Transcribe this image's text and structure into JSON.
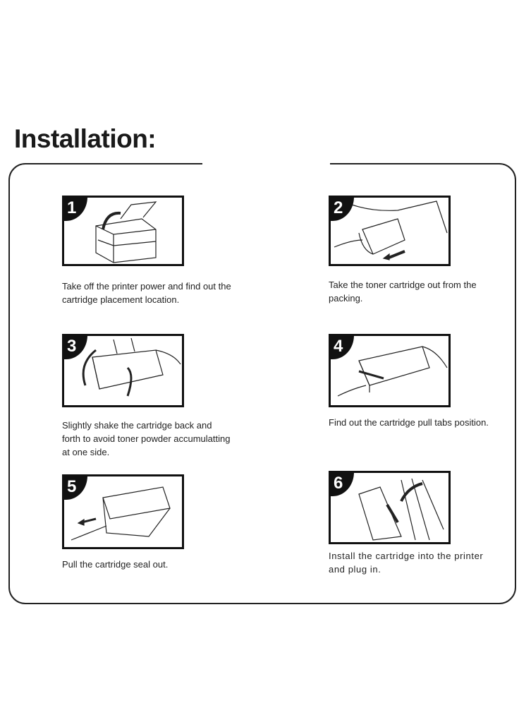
{
  "title": "Installation:",
  "steps": [
    {
      "number": "1",
      "caption": "Take off the printer power and find out the cartridge placement location.",
      "icon": "printer-open-illustration"
    },
    {
      "number": "2",
      "caption": "Take the toner cartridge out from the packing.",
      "icon": "unpack-cartridge-illustration"
    },
    {
      "number": "3",
      "caption": "Slightly shake the cartridge back and forth to avoid toner powder accumulatting at one side.",
      "icon": "shake-cartridge-illustration"
    },
    {
      "number": "4",
      "caption": "Find out the cartridge pull tabs position.",
      "icon": "pull-tab-illustration"
    },
    {
      "number": "5",
      "caption": "Pull the cartridge seal out.",
      "icon": "pull-seal-illustration"
    },
    {
      "number": "6",
      "caption": "Install the cartridge into the printer and plug in.",
      "icon": "install-cartridge-illustration"
    }
  ]
}
